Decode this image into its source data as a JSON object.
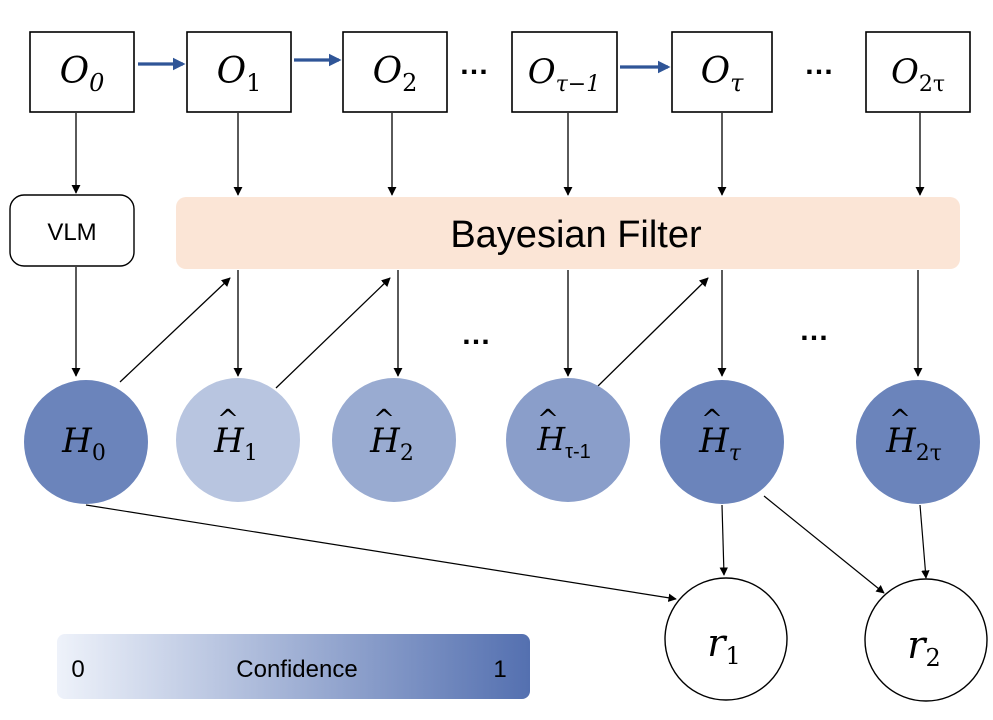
{
  "observations": [
    {
      "base": "O",
      "sub": "0"
    },
    {
      "base": "O",
      "sub": "1"
    },
    {
      "base": "O",
      "sub": "2"
    },
    {
      "base": "O",
      "sub": "τ−1"
    },
    {
      "base": "O",
      "sub": "τ"
    },
    {
      "base": "O",
      "sub": "2τ"
    }
  ],
  "ellipsis": "…",
  "vlm_label": "VLM",
  "filter_label": "Bayesian Filter",
  "hypotheses": [
    {
      "base": "H",
      "hat": false,
      "sub": "0",
      "confidence": 0.85
    },
    {
      "base": "H",
      "hat": true,
      "sub": "1",
      "confidence": 0.35
    },
    {
      "base": "H",
      "hat": true,
      "sub": "2",
      "confidence": 0.55
    },
    {
      "base": "H",
      "hat": true,
      "sub": "τ-1",
      "confidence": 0.65
    },
    {
      "base": "H",
      "hat": true,
      "sub": "τ",
      "confidence": 0.85
    },
    {
      "base": "H",
      "hat": true,
      "sub": "2τ",
      "confidence": 0.85
    }
  ],
  "rewards": [
    {
      "base": "r",
      "sub": "1"
    },
    {
      "base": "r",
      "sub": "2"
    }
  ],
  "legend": {
    "label": "Confidence",
    "min": "0",
    "max": "1",
    "color_low": "#eef2fa",
    "color_high": "#5470b0"
  },
  "colors": {
    "filter_fill": "#fbe5d6",
    "arrow_blue": "#2f5597",
    "line": "#000000"
  }
}
